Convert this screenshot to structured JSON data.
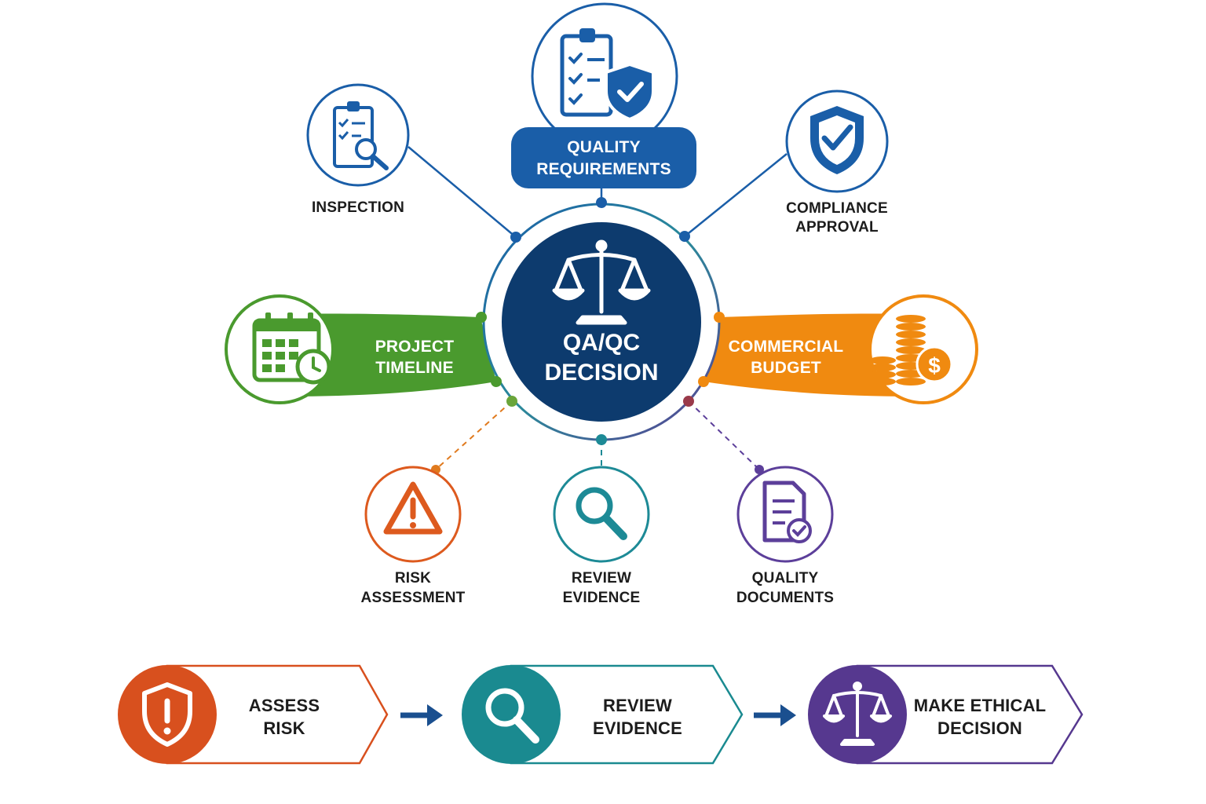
{
  "center": {
    "title_line1": "QA/QC",
    "title_line2": "DECISION",
    "icon": "scales-of-justice-icon",
    "color": "#0d3b6e"
  },
  "nodes": {
    "quality_requirements": {
      "line1": "QUALITY",
      "line2": "REQUIREMENTS",
      "icon": "checklist-shield-icon",
      "color": "#1a5ea8"
    },
    "inspection": {
      "line1": "INSPECTION",
      "icon": "clipboard-magnifier-icon",
      "color": "#1a5ea8"
    },
    "compliance_approval": {
      "line1": "COMPLIANCE",
      "line2": "APPROVAL",
      "icon": "shield-check-icon",
      "color": "#1a5ea8"
    },
    "project_timeline": {
      "line1": "PROJECT",
      "line2": "TIMELINE",
      "icon": "calendar-clock-icon",
      "color": "#4a9a2e"
    },
    "commercial_budget": {
      "line1": "COMMERCIAL",
      "line2": "BUDGET",
      "icon": "coins-dollar-icon",
      "color": "#f08a10"
    },
    "risk_assessment": {
      "line1": "RISK",
      "line2": "ASSESSMENT",
      "icon": "warning-triangle-icon",
      "color": "#dd5a1e"
    },
    "review_evidence": {
      "line1": "REVIEW",
      "line2": "EVIDENCE",
      "icon": "magnifier-icon",
      "color": "#1d8a96"
    },
    "quality_documents": {
      "line1": "QUALITY",
      "line2": "DOCUMENTS",
      "icon": "document-check-icon",
      "color": "#5c3f9a"
    }
  },
  "process": {
    "steps": [
      {
        "line1": "ASSESS",
        "line2": "RISK",
        "icon": "shield-exclamation-icon",
        "color": "#d8501e"
      },
      {
        "line1": "REVIEW",
        "line2": "EVIDENCE",
        "icon": "magnifier-icon",
        "color": "#1a8a90"
      },
      {
        "line1": "MAKE ETHICAL",
        "line2": "DECISION",
        "icon": "scales-of-justice-icon",
        "color": "#56388f"
      }
    ],
    "arrow_icon": "arrow-right-icon",
    "arrow_color": "#1a4f8f"
  }
}
